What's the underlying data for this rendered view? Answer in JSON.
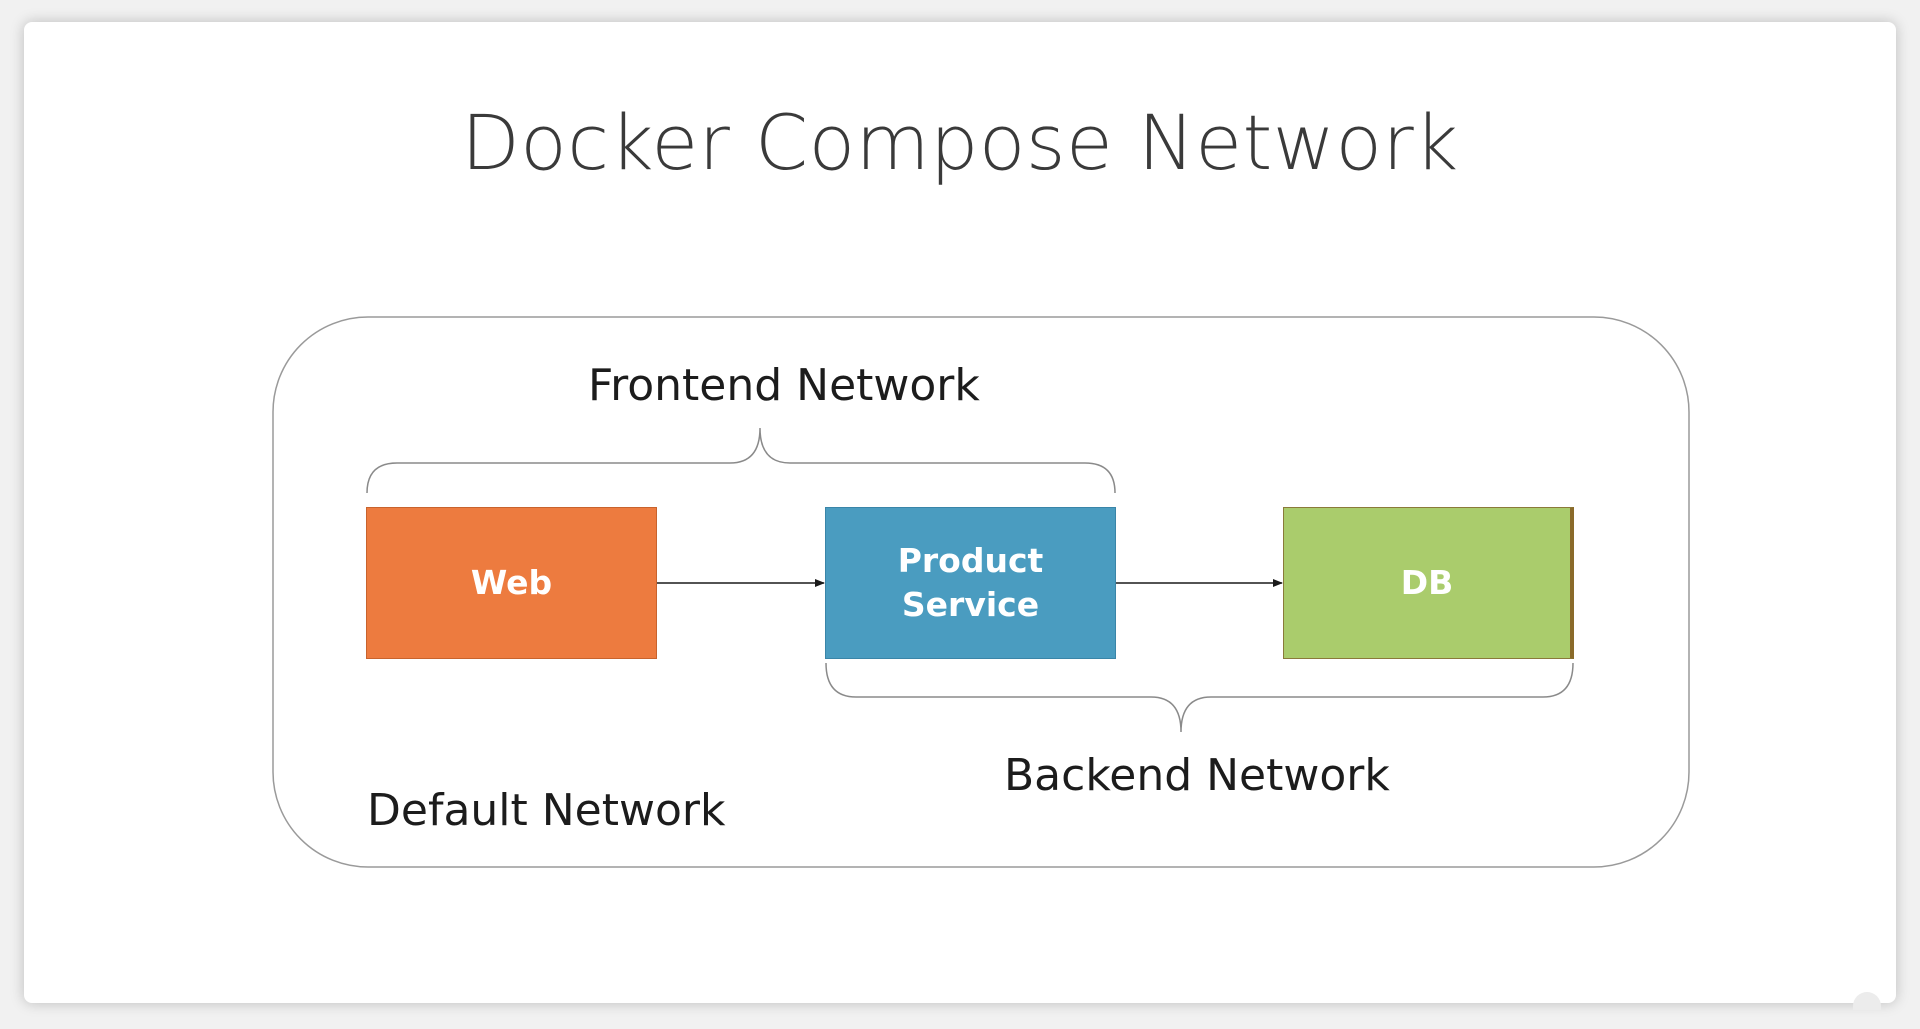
{
  "slide": {
    "title": "Docker Compose Network"
  },
  "diagram": {
    "networks": {
      "default": "Default Network",
      "frontend": "Frontend Network",
      "backend": "Backend Network"
    },
    "services": {
      "web": "Web",
      "product_line1": "Product",
      "product_line2": "Service",
      "db": "DB"
    },
    "colors": {
      "web": "#ed7b3f",
      "product": "#4a9cc0",
      "db": "#aacc6c",
      "outline": "#9a9a9a",
      "connector": "#1a1a1a"
    }
  }
}
